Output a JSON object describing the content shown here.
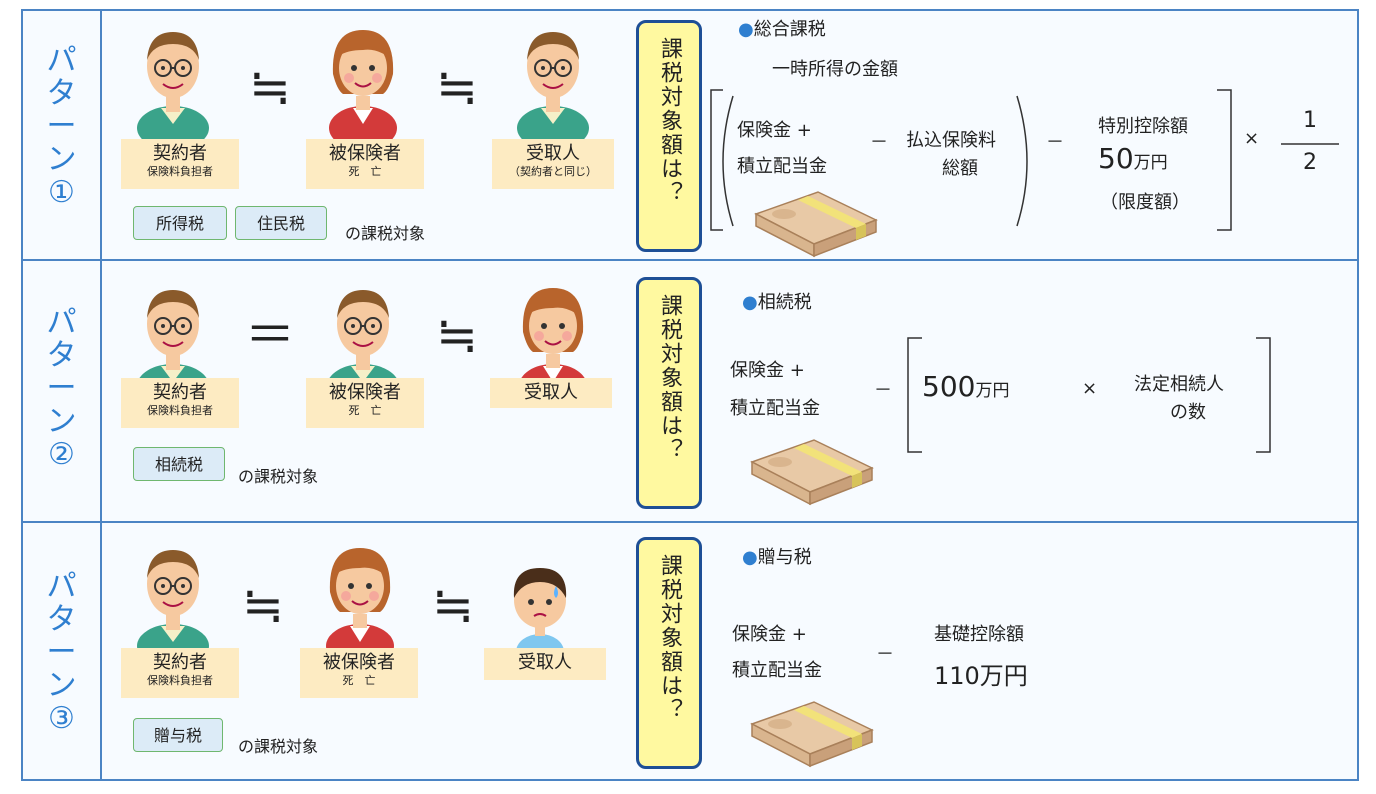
{
  "patterns": [
    {
      "label": [
        "パ",
        "タ",
        "ー",
        "ン",
        "①"
      ],
      "symbols": [
        "≒",
        "≒"
      ],
      "people": [
        {
          "name": "契約者",
          "sub": "保険料負担者"
        },
        {
          "name": "被保険者",
          "sub": "死　亡"
        },
        {
          "name": "受取人",
          "sub": "（契約者と同じ）"
        }
      ],
      "taxes": [
        "所得税",
        "住民税"
      ],
      "note": "の課税対象",
      "question": "課税対象額は？",
      "formula": {
        "heading": "総合課税",
        "sub_heading": "一時所得の金額",
        "term1_line1": "保険金 +",
        "term1_line2": "積立配当金",
        "minus": "－",
        "term2_line1": "払込保険料",
        "term2_line2": "総額",
        "deduction_label": "特別控除額",
        "deduction_value": "50",
        "deduction_unit": "万円",
        "limit_note": "（限度額）",
        "times": "×",
        "numerator": "1",
        "denominator": "2"
      }
    },
    {
      "label": [
        "パ",
        "タ",
        "ー",
        "ン",
        "②"
      ],
      "symbols": [
        "＝",
        "≒"
      ],
      "people": [
        {
          "name": "契約者",
          "sub": "保険料負担者"
        },
        {
          "name": "被保険者",
          "sub": "死　亡"
        },
        {
          "name": "受取人",
          "sub": ""
        }
      ],
      "taxes": [
        "相続税"
      ],
      "note": "の課税対象",
      "question": "課税対象額は？",
      "formula": {
        "heading": "相続税",
        "term1_line1": "保険金 +",
        "term1_line2": "積立配当金",
        "minus": "－",
        "value": "500",
        "unit": "万円",
        "times": "×",
        "heirs_line1": "法定相続人",
        "heirs_line2": "の数"
      }
    },
    {
      "label": [
        "パ",
        "タ",
        "ー",
        "ン",
        "③"
      ],
      "symbols": [
        "≒",
        "≒"
      ],
      "people": [
        {
          "name": "契約者",
          "sub": "保険料負担者"
        },
        {
          "name": "被保険者",
          "sub": "死　亡"
        },
        {
          "name": "受取人",
          "sub": ""
        }
      ],
      "taxes": [
        "贈与税"
      ],
      "note": "の課税対象",
      "question": "課税対象額は？",
      "formula": {
        "heading": "贈与税",
        "term1_line1": "保険金 +",
        "term1_line2": "積立配当金",
        "minus": "－",
        "deduction_label": "基礎控除額",
        "deduction_value": "110万円"
      }
    }
  ],
  "colors": {
    "border": "#4b84c4",
    "label": "#2f7fd0",
    "name_box": "#fdebc2",
    "question_fill": "#fff9a0",
    "question_border": "#1e4f96",
    "chip_fill": "#dcebf7",
    "chip_border": "#6fb76f"
  },
  "icons": [
    "man-with-glasses-icon",
    "woman-icon",
    "child-icon",
    "money-bundle-icon",
    "bullet-dot-icon"
  ]
}
